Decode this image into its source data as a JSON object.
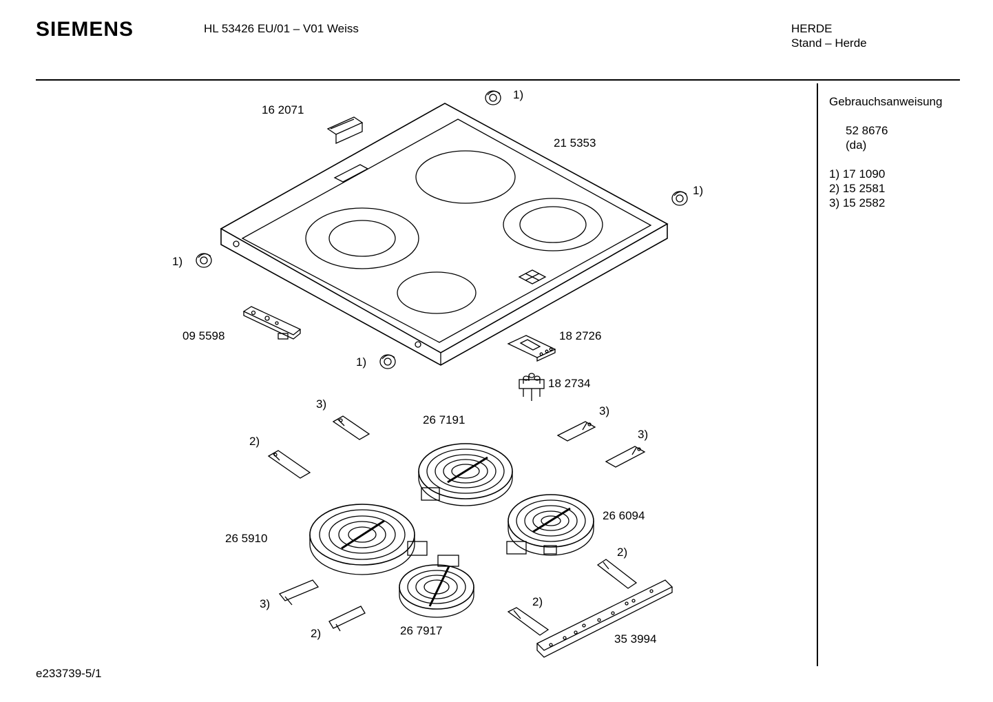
{
  "header": {
    "brand": "SIEMENS",
    "model": "HL 53426 EU/01 – V01 Weiss",
    "category": "HERDE",
    "subcategory": "Stand – Herde"
  },
  "side_panel": {
    "manual_label": "Gebrauchsanweisung",
    "manual_number": "52 8676",
    "manual_lang": "(da)",
    "footnotes": [
      "1) 17 1090",
      "2) 15 2581",
      "3) 15 2582"
    ]
  },
  "parts": {
    "cooktop_glass": "21 5353",
    "badge": "16 2071",
    "bracket_left": "09 5598",
    "sensor_plate": "18 2726",
    "connector_block": "18 2734",
    "heater_top": "26 7191",
    "heater_right": "26 6094",
    "heater_left": "26 5910",
    "heater_small": "26 7917",
    "rail": "35 3994",
    "ref1": "1)",
    "ref2": "2)",
    "ref3": "3)"
  },
  "footer": {
    "drawing_id": "e233739-5/1"
  }
}
